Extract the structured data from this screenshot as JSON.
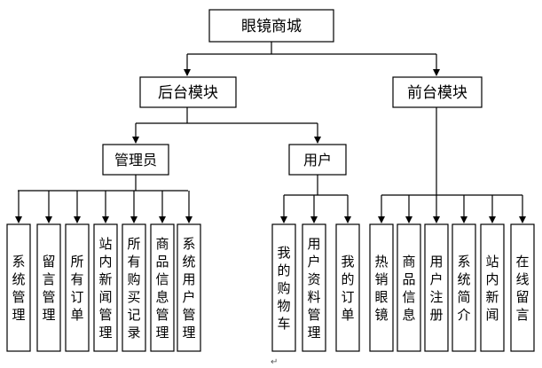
{
  "root": {
    "label": "眼镜商城"
  },
  "backend": {
    "label": "后台模块",
    "admin": {
      "label": "管理员",
      "items": [
        "系统管理",
        "留言管理",
        "所有订单",
        "站内新闻管理",
        "所有购买记录",
        "商品信息管理",
        "系统用户管理"
      ]
    },
    "user": {
      "label": "用户",
      "items": [
        "我的购物车",
        "用户资料管理",
        "我的订单"
      ]
    }
  },
  "frontend": {
    "label": "前台模块",
    "items": [
      "热销眼镜",
      "商品信息",
      "用户注册",
      "系统简介",
      "站内新闻",
      "在线留言"
    ]
  },
  "footer": {
    "mark": "↵"
  }
}
